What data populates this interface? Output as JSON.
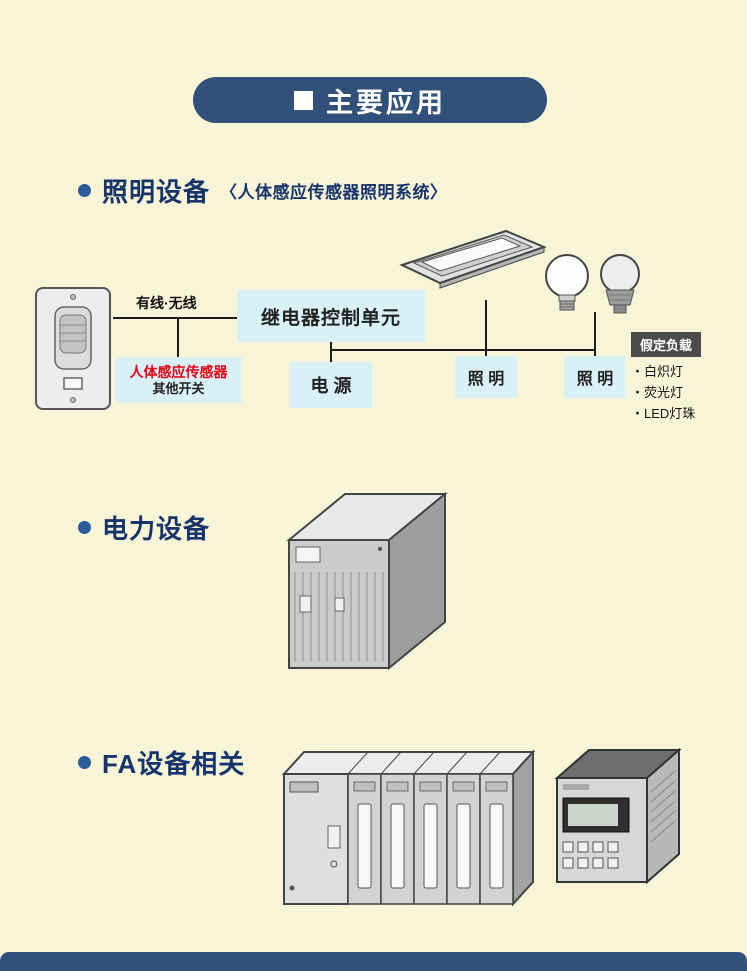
{
  "header": {
    "title": "主要应用"
  },
  "sections": {
    "lighting": {
      "title": "照明设备",
      "subtitle": "〈人体感应传感器照明系统〉"
    },
    "power": {
      "title": "电力设备"
    },
    "fa": {
      "title": "FA设备相关"
    }
  },
  "diagram": {
    "wire_label": "有线·无线",
    "relay_unit": "继电器控制单元",
    "sensor_primary": "人体感应传感器",
    "sensor_secondary": "其他开关",
    "power_supply": "电 源",
    "lighting1": "照 明",
    "lighting2": "照 明",
    "load_header": "假定负载",
    "load_items": [
      "・白炽灯",
      "・荧光灯",
      "・LED灯珠"
    ]
  },
  "colors": {
    "background": "#f7f4d8",
    "navy": "#31517a",
    "heading_text": "#17356b",
    "bullet_blue": "#2a5c99",
    "box_blue": "#d9f0f6",
    "accent_red": "#e60012",
    "load_header_bg": "#4c4c4c",
    "wire_line": "#1c1c1c"
  }
}
